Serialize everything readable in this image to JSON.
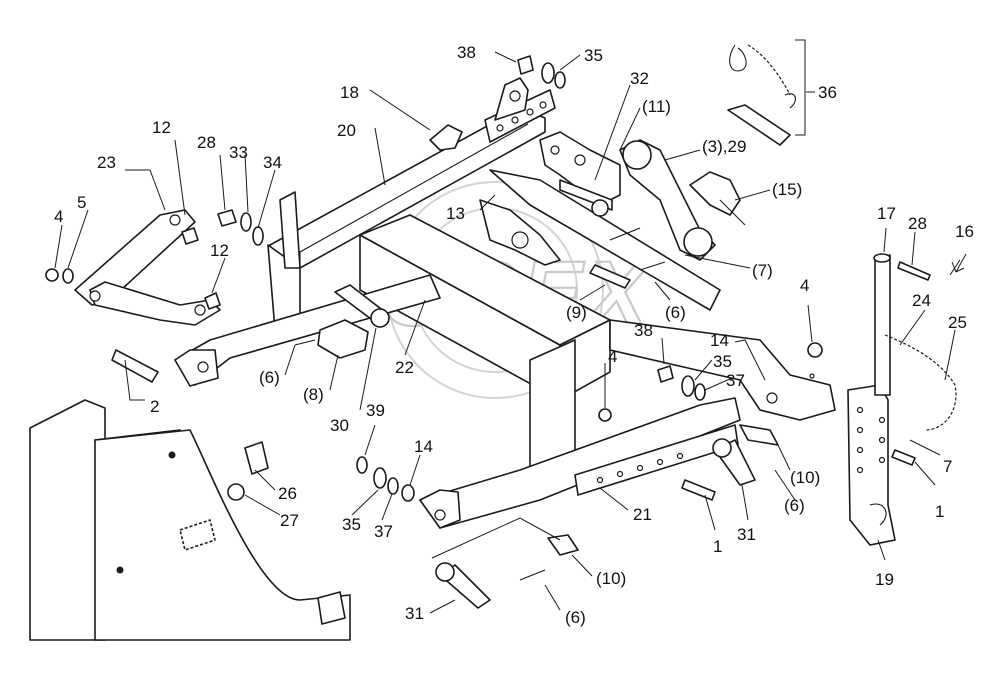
{
  "watermark": "OPEX",
  "labels": {
    "l38a": "38",
    "l35a": "35",
    "l32": "32",
    "l11": "(11)",
    "l36": "36",
    "l18": "18",
    "l20": "20",
    "l3_29": "(3),29",
    "l15": "(15)",
    "l12a": "12",
    "l28a": "28",
    "l33": "33",
    "l34": "34",
    "l23": "23",
    "l5": "5",
    "l4a": "4",
    "l12b": "12",
    "l13": "13",
    "l7a": "(7)",
    "l17": "17",
    "l28b": "28",
    "l16": "16",
    "l4b": "4",
    "l24": "24",
    "l25": "25",
    "l9": "(9)",
    "l6a": "(6)",
    "l38b": "38",
    "l14a": "14",
    "l35b": "35",
    "l37a": "37",
    "l4c": "4",
    "l22": "22",
    "l6b": "(6)",
    "l8": "(8)",
    "l30": "30",
    "l2": "2",
    "l39": "39",
    "l14b": "14",
    "l26": "26",
    "l27": "27",
    "l35c": "35",
    "l37b": "37",
    "l21": "21",
    "l1a": "1",
    "l31a": "31",
    "l10a": "(10)",
    "l6c": "(6)",
    "l7b": "7",
    "l1b": "1",
    "l19": "19",
    "l10b": "(10)",
    "l31b": "31",
    "l6d": "(6)"
  }
}
